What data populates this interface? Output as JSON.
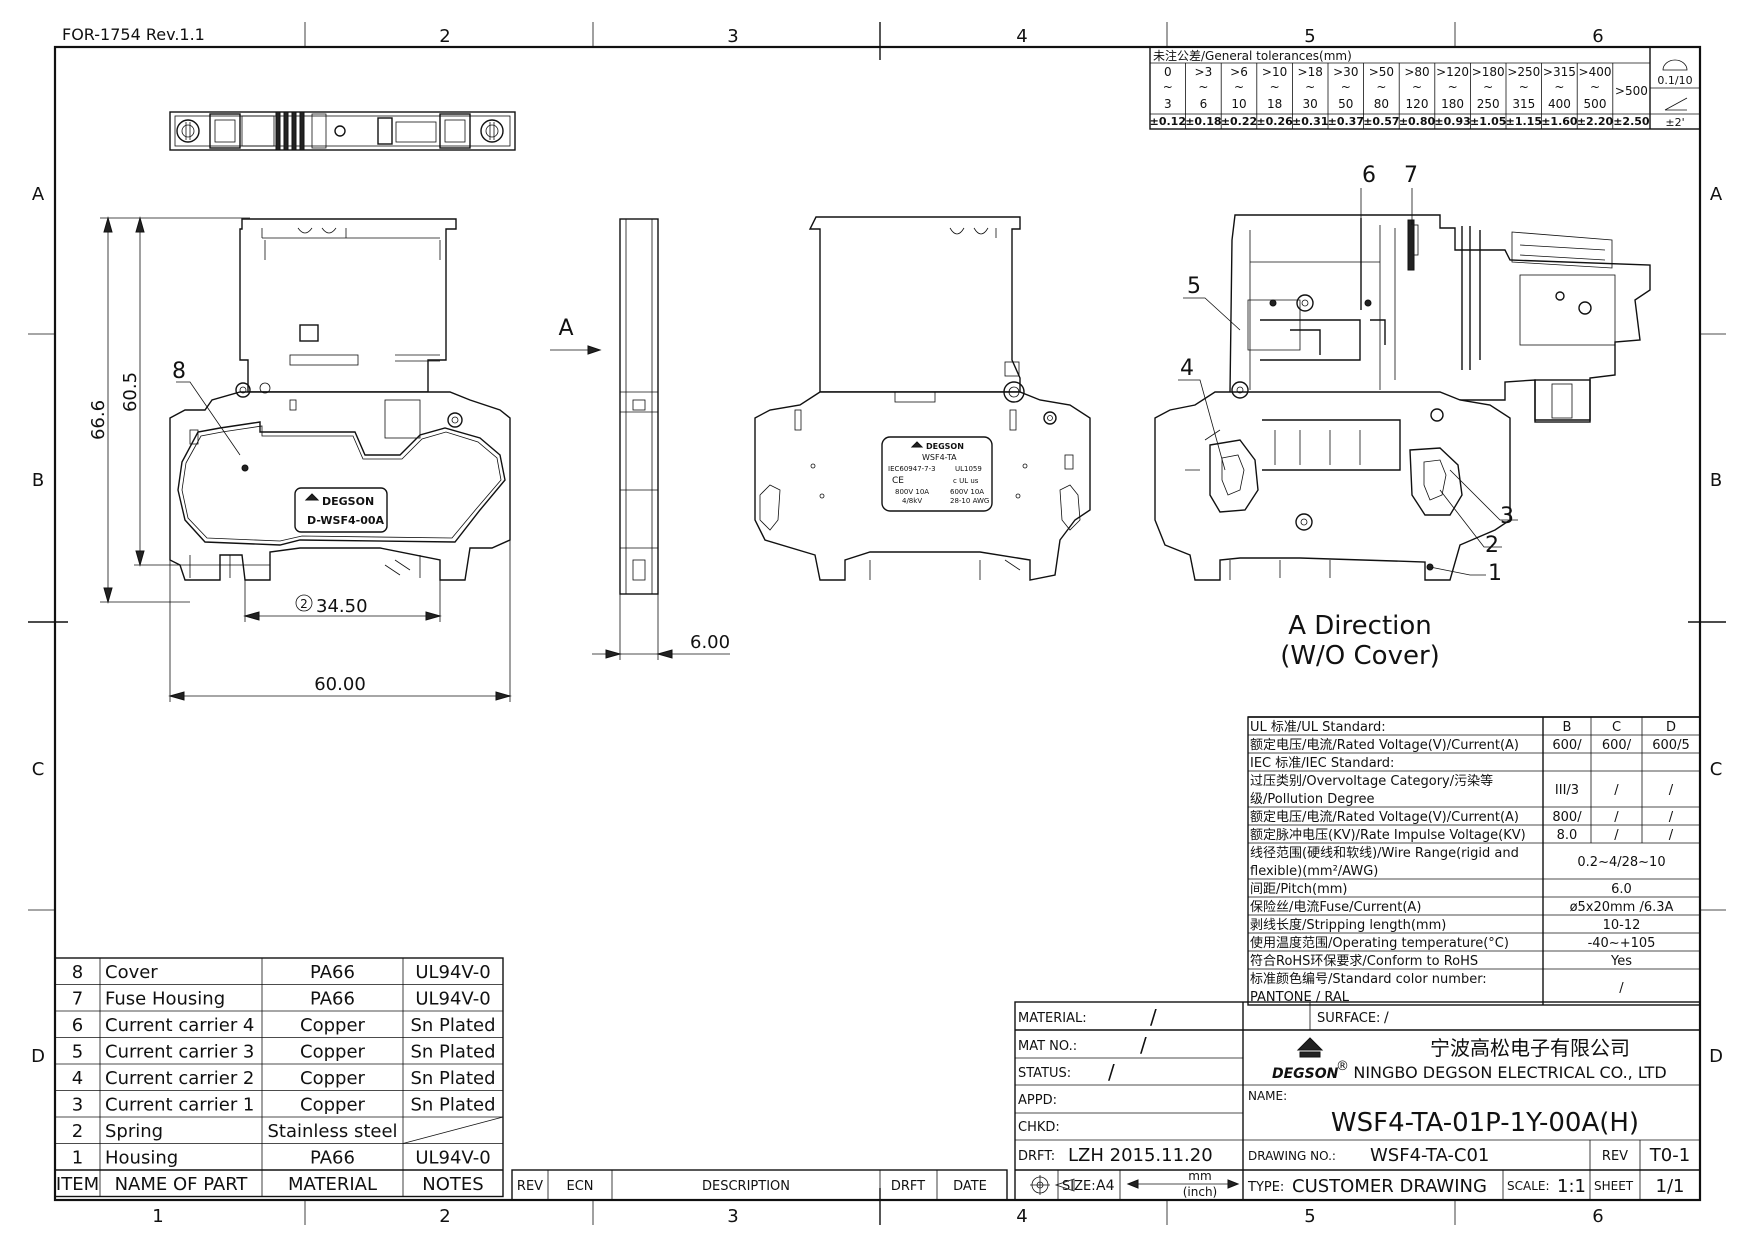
{
  "form_ref": "FOR-1754 Rev.1.1",
  "zones": {
    "columns": [
      "1",
      "2",
      "3",
      "4",
      "5",
      "6"
    ],
    "rows": [
      "A",
      "B",
      "C",
      "D"
    ]
  },
  "tolerances": {
    "title": "未注公差/General tolerances(mm)",
    "ranges": [
      {
        "from": "0",
        "to": "3",
        "tol": "±0.12"
      },
      {
        "from": ">3",
        "to": "6",
        "tol": "±0.18"
      },
      {
        "from": ">6",
        "to": "10",
        "tol": "±0.22"
      },
      {
        "from": ">10",
        "to": "18",
        "tol": "±0.26"
      },
      {
        "from": ">18",
        "to": "30",
        "tol": "±0.31"
      },
      {
        "from": ">30",
        "to": "50",
        "tol": "±0.37"
      },
      {
        "from": ">50",
        "to": "80",
        "tol": "±0.57"
      },
      {
        "from": ">80",
        "to": "120",
        "tol": "±0.80"
      },
      {
        "from": ">120",
        "to": "180",
        "tol": "±0.93"
      },
      {
        "from": ">180",
        "to": "250",
        "tol": "±1.05"
      },
      {
        "from": ">250",
        "to": "315",
        "tol": "±1.15"
      },
      {
        "from": ">315",
        "to": "400",
        "tol": "±1.60"
      },
      {
        "from": ">400",
        "to": "500",
        "tol": "±2.20"
      }
    ],
    "over": {
      "label": ">500",
      "tol": "±2.50"
    },
    "tilde": "~",
    "flatness": "0.1/10",
    "angle": "±2'"
  },
  "dimensions": {
    "height_total": "66.6",
    "height_inner": "60.5",
    "width_total": "60.00",
    "width_inner": "34.50",
    "width_inner_circle": "2",
    "thickness": "6.00"
  },
  "view_labels": {
    "arrow_a": "A",
    "a_direction_line1": "A Direction",
    "a_direction_line2": "(W/O Cover)"
  },
  "callouts": [
    "1",
    "2",
    "3",
    "4",
    "5",
    "6",
    "7",
    "8"
  ],
  "product_labels": {
    "brand": "DEGSON",
    "front_model": "D-WSF4-00A",
    "back_model": "WSF4-TA",
    "back_std1": "IEC60947-7-3",
    "back_std2": "UL1059",
    "back_ce": "CE",
    "back_rating1": "800V 10A",
    "back_rating1b": "4/8kV",
    "back_rating2": "600V 10A",
    "back_rating2b": "28-10 AWG",
    "back_cert": "c UL us"
  },
  "spec_table": {
    "header_cols": [
      "B",
      "C",
      "D"
    ],
    "rows": [
      {
        "label": "UL 标准/UL Standard:",
        "values": [
          "",
          "",
          ""
        ],
        "type": "header"
      },
      {
        "label": "额定电压/电流/Rated Voltage(V)/Current(A)",
        "values": [
          "600/",
          "600/",
          "600/5"
        ]
      },
      {
        "label": "IEC 标准/IEC Standard:",
        "values": [
          "",
          "",
          ""
        ],
        "type": "header"
      },
      {
        "label": "过压类别/Overvoltage Category/污染等",
        "label2": "级/Pollution Degree",
        "values": [
          "III/3",
          "/",
          "/"
        ]
      },
      {
        "label": "额定电压/电流/Rated Voltage(V)/Current(A)",
        "values": [
          "800/",
          "/",
          "/"
        ]
      },
      {
        "label": "额定脉冲电压(KV)/Rate Impulse Voltage(KV)",
        "values": [
          "8.0",
          "/",
          "/"
        ]
      },
      {
        "label": "线径范围(硬线和软线)/Wire Range(rigid and",
        "label2": "flexible)(mm²/AWG)",
        "merged": "0.2~4/28~10"
      },
      {
        "label": "间距/Pitch(mm)",
        "merged": "6.0"
      },
      {
        "label": "保险丝/电流Fuse/Current(A)",
        "merged": "ø5x20mm /6.3A"
      },
      {
        "label": "剥线长度/Stripping length(mm)",
        "merged": "10-12"
      },
      {
        "label": "使用温度范围/Operating temperature(°C)",
        "merged": "-40~+105"
      },
      {
        "label": "符合RoHS环保要求/Conform to RoHS",
        "merged": "Yes"
      },
      {
        "label": "标准颜色编号/Standard color number:",
        "label2": "PANTONE / RAL",
        "merged": "/"
      }
    ]
  },
  "bom": {
    "headers": {
      "item": "ITEM",
      "name": "NAME OF PART",
      "material": "MATERIAL",
      "notes": "NOTES"
    },
    "rows": [
      {
        "item": "8",
        "name": "Cover",
        "material": "PA66",
        "notes": "UL94V-0"
      },
      {
        "item": "7",
        "name": "Fuse Housing",
        "material": "PA66",
        "notes": "UL94V-0"
      },
      {
        "item": "6",
        "name": "Current carrier 4",
        "material": "Copper",
        "notes": "Sn Plated"
      },
      {
        "item": "5",
        "name": "Current carrier 3",
        "material": "Copper",
        "notes": "Sn Plated"
      },
      {
        "item": "4",
        "name": "Current carrier 2",
        "material": "Copper",
        "notes": "Sn Plated"
      },
      {
        "item": "3",
        "name": "Current carrier 1",
        "material": "Copper",
        "notes": "Sn Plated"
      },
      {
        "item": "2",
        "name": "Spring",
        "material": "Stainless steel",
        "notes": ""
      },
      {
        "item": "1",
        "name": "Housing",
        "material": "PA66",
        "notes": "UL94V-0"
      }
    ]
  },
  "revision_headers": {
    "rev": "REV",
    "ecn": "ECN",
    "description": "DESCRIPTION",
    "drft": "DRFT",
    "date": "DATE"
  },
  "title_block": {
    "material_label": "MATERIAL:",
    "material_value": "/",
    "surface_label": "SURFACE:",
    "surface_value": "/",
    "matno_label": "MAT NO.:",
    "matno_value": "/",
    "status_label": "STATUS:",
    "status_value": "/",
    "appd_label": "APPD:",
    "chkd_label": "CHKD:",
    "drft_label": "DRFT:",
    "drft_value": "LZH 2015.11.20",
    "company_cn": "宁波高松电子有限公司",
    "company_en": "NINGBO DEGSON ELECTRICAL CO., LTD",
    "logo_text": "DEGSON",
    "logo_reg": "®",
    "name_label": "NAME:",
    "name_value": "WSF4-TA-01P-1Y-00A(H)",
    "drawing_no_label": "DRAWING NO.:",
    "drawing_no_value": "WSF4-TA-C01",
    "rev_label": "REV",
    "rev_value": "T0-1",
    "size_label": "SIZE:",
    "size_value": "A4",
    "unit_top": "mm",
    "unit_bottom": "(inch)",
    "type_label": "TYPE:",
    "type_value": "CUSTOMER DRAWING",
    "scale_label": "SCALE:",
    "scale_value": "1:1",
    "sheet_label": "SHEET",
    "sheet_value": "1/1"
  }
}
